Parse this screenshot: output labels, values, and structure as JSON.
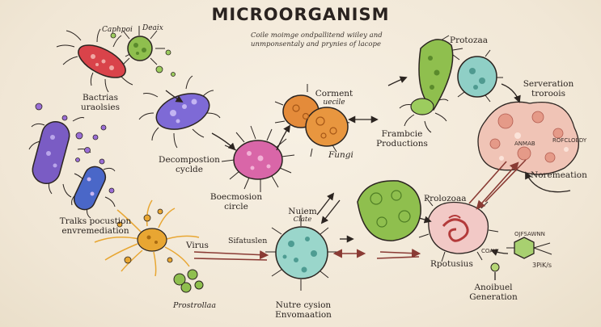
{
  "title": "MICROORGANISM",
  "subtitle": [
    "Coile moimge ondpallitend wiiley and",
    "unmponsentaly and prynies of lacope"
  ],
  "labels": {
    "caphpol": "Caphpoi",
    "deaix": "Deaix",
    "bactrias": [
      "Bactrias",
      "uraolsies"
    ],
    "decompostion": [
      "Decompostion",
      "cyclde"
    ],
    "corment": [
      "Corment",
      "uecile"
    ],
    "fungi": "Fungi",
    "protozaa": "Protozaa",
    "frambcie": [
      "Frambcie",
      "Productions"
    ],
    "serveration": [
      "Serveration",
      "troroois"
    ],
    "anmab": "ANMAB",
    "rofcloedy": "ROFCLOEDY",
    "noremeation": "Noremeation",
    "boecmosion": [
      "Boecmosion",
      "circle"
    ],
    "tralks": [
      "Tralks pocustion",
      "envremediation"
    ],
    "virus": "Virus",
    "sifatuslen": "Sifatuslen",
    "nuiem": [
      "Nuiem",
      "Clate"
    ],
    "prolozoaa": "Prolozoaa",
    "ojfsawnn": "OJFSAWNN",
    "coay": "COAY",
    "spiks": "3PiK/s",
    "rpotusius": "Rpotusius",
    "anoibuel": [
      "Anoibuel",
      "Generation"
    ],
    "prostrollaa": "Prostrollaa",
    "nutre": [
      "Nutre cysion",
      "Envomaation"
    ]
  },
  "colors": {
    "background": "#f4ecdd",
    "ink": "#2b2420",
    "bacteria_red": "#d9434a",
    "bacteria_purple": "#7a5cc4",
    "spore_green": "#8fbf4e",
    "fungi_orange": "#e48b3a",
    "virus_yellow": "#e8a632",
    "pink_cell": "#d966a8",
    "teal_cell": "#8fcfc6",
    "arrow_red": "#8a3b34"
  }
}
